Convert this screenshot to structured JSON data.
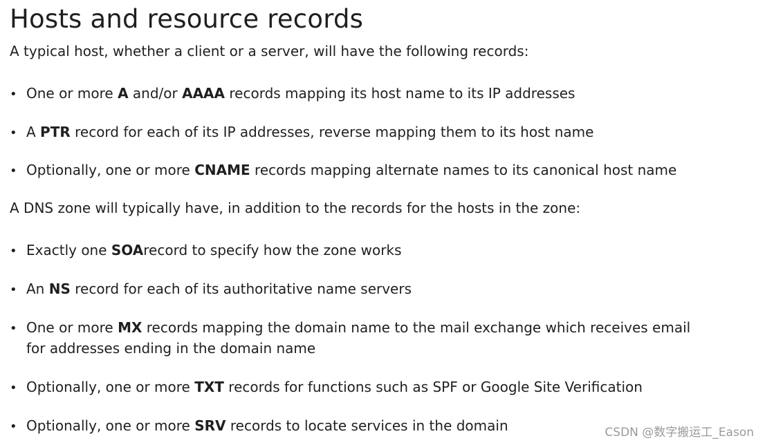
{
  "title": "Hosts and resource records",
  "intro_host": "A typical host, whether a client or a server, will have the following records:",
  "host_records": [
    {
      "pre": "One or more ",
      "b1": "A",
      "mid": " and/or ",
      "b2": "AAAA",
      "post": " records mapping its host name to its IP addresses"
    },
    {
      "pre": "A ",
      "b1": "PTR",
      "post": " record for each of its IP addresses, reverse mapping them to its host name"
    },
    {
      "pre": "Optionally, one or more ",
      "b1": "CNAME",
      "post": " records mapping alternate names to its canonical host name"
    }
  ],
  "intro_zone": "A DNS zone will typically have, in addition to the records for the hosts in the zone:",
  "zone_records": [
    {
      "pre": "Exactly one ",
      "b1": "SOA",
      "post": "record to specify how the zone works"
    },
    {
      "pre": "An ",
      "b1": "NS",
      "post": " record for each of its authoritative name servers"
    },
    {
      "pre": "One or more ",
      "b1": "MX",
      "post": " records mapping the domain name to the mail exchange which receives email",
      "line2": "for addresses ending in the domain name"
    },
    {
      "pre": "Optionally, one or more ",
      "b1": "TXT",
      "post": " records for functions such as SPF or Google Site Verification"
    },
    {
      "pre": "Optionally, one or more ",
      "b1": "SRV",
      "post": " records to locate services in the domain"
    }
  ],
  "bullet_glyph": "•",
  "watermark": "CSDN @数字搬运工_Eason"
}
